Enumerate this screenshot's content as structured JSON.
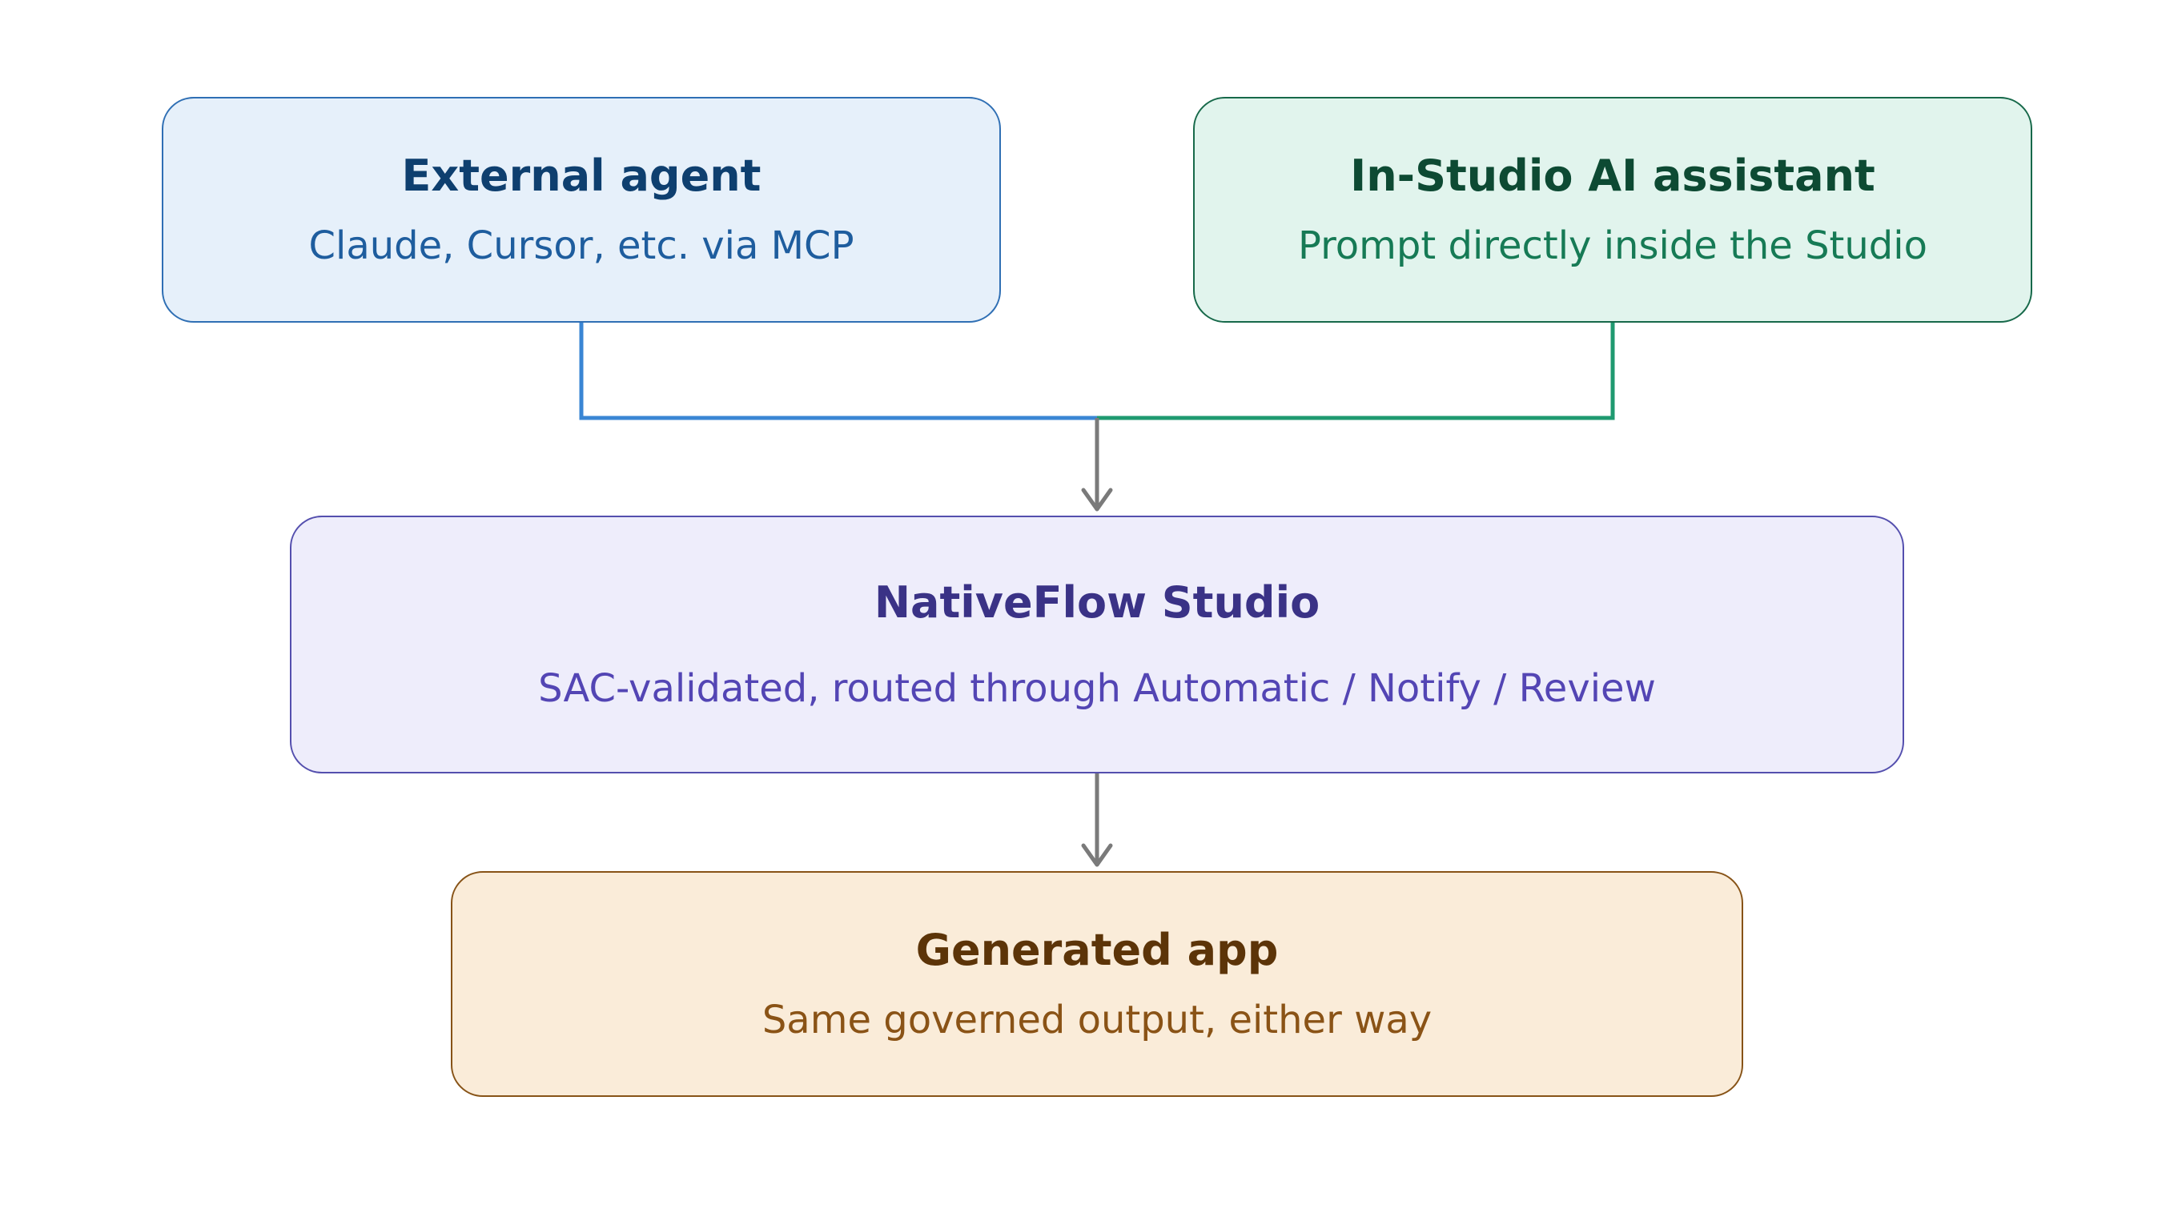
{
  "colors": {
    "external_agent": {
      "fill": "#e6f0fa",
      "border": "#2f6fb4",
      "connector": "#3a86d4"
    },
    "in_studio_assistant": {
      "fill": "#e1f4ed",
      "border": "#17694a",
      "connector": "#1f9a70"
    },
    "nativeflow_studio": {
      "fill": "#eeedfb",
      "border": "#544fae"
    },
    "generated_app": {
      "fill": "#faecd9",
      "border": "#875317"
    },
    "arrow": "#7a7a7a"
  },
  "nodes": {
    "external_agent": {
      "title": "External agent",
      "subtitle": "Claude, Cursor, etc. via MCP"
    },
    "in_studio_assistant": {
      "title": "In-Studio AI assistant",
      "subtitle": "Prompt directly inside the Studio"
    },
    "nativeflow_studio": {
      "title": "NativeFlow Studio",
      "subtitle": "SAC-validated, routed through Automatic / Notify / Review"
    },
    "generated_app": {
      "title": "Generated app",
      "subtitle": "Same governed output, either way"
    }
  }
}
